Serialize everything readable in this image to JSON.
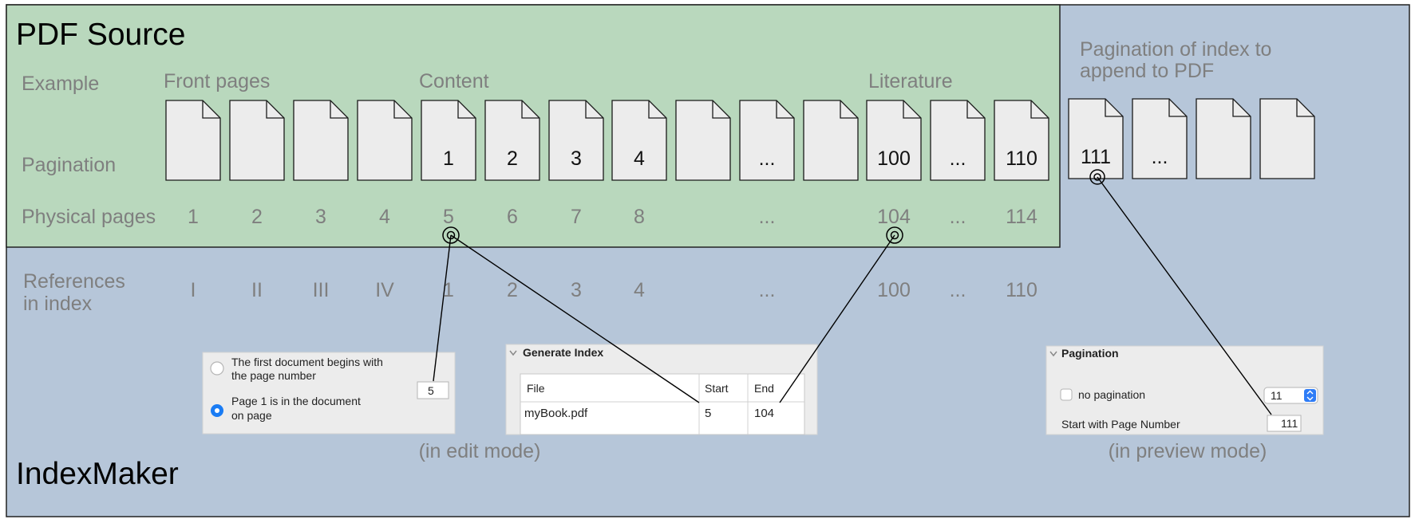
{
  "regions": {
    "pdf_source_title": "PDF Source",
    "indexmaker_title": "IndexMaker"
  },
  "row_labels": {
    "example": "Example",
    "pagination": "Pagination",
    "physical_pages": "Physical pages",
    "references_line1": "References",
    "references_line2": "in index"
  },
  "group_labels": {
    "front_pages": "Front pages",
    "content": "Content",
    "literature": "Literature",
    "appendix_line1": "Pagination of index to",
    "appendix_line2": "append to PDF"
  },
  "pages": [
    {
      "label": ""
    },
    {
      "label": ""
    },
    {
      "label": ""
    },
    {
      "label": ""
    },
    {
      "label": "1"
    },
    {
      "label": "2"
    },
    {
      "label": "3"
    },
    {
      "label": "4"
    },
    {
      "label": ""
    },
    {
      "label": "..."
    },
    {
      "label": ""
    },
    {
      "label": "100"
    },
    {
      "label": "..."
    },
    {
      "label": "110"
    }
  ],
  "appendix_pages": [
    {
      "label": "111"
    },
    {
      "label": "..."
    },
    {
      "label": ""
    },
    {
      "label": ""
    }
  ],
  "physical_pages": [
    "1",
    "2",
    "3",
    "4",
    "5",
    "6",
    "7",
    "8",
    "",
    "...",
    "",
    "104",
    "...",
    "114"
  ],
  "references": [
    "I",
    "II",
    "III",
    "IV",
    "1",
    "2",
    "3",
    "4",
    "",
    "...",
    "",
    "100",
    "...",
    "110"
  ],
  "edit_panel": {
    "option1_line1": "The first document begins with",
    "option1_line2": "the page number",
    "option2_line1": "Page 1 is in the document",
    "option2_line2": "on page",
    "page_value": "5",
    "option1_selected": false,
    "option2_selected": true
  },
  "generate_panel": {
    "title": "Generate Index",
    "col_file": "File",
    "col_start": "Start",
    "col_end": "End",
    "row_file": "myBook.pdf",
    "row_start": "5",
    "row_end": "104"
  },
  "pagination_panel": {
    "title": "Pagination",
    "no_pagination_label": "no pagination",
    "no_pagination_checked": false,
    "font_size_value": "11",
    "start_label": "Start with Page Number",
    "start_value": "111"
  },
  "captions": {
    "edit_mode": "(in edit mode)",
    "preview_mode": "(in preview mode)"
  },
  "colors": {
    "pdf_source_bg": "#b9d8bd",
    "indexmaker_bg": "#b6c6d9",
    "page_fill": "#ececec",
    "radio_selected": "#1a7cf4",
    "stepper_blue": "#2e7cf6"
  }
}
